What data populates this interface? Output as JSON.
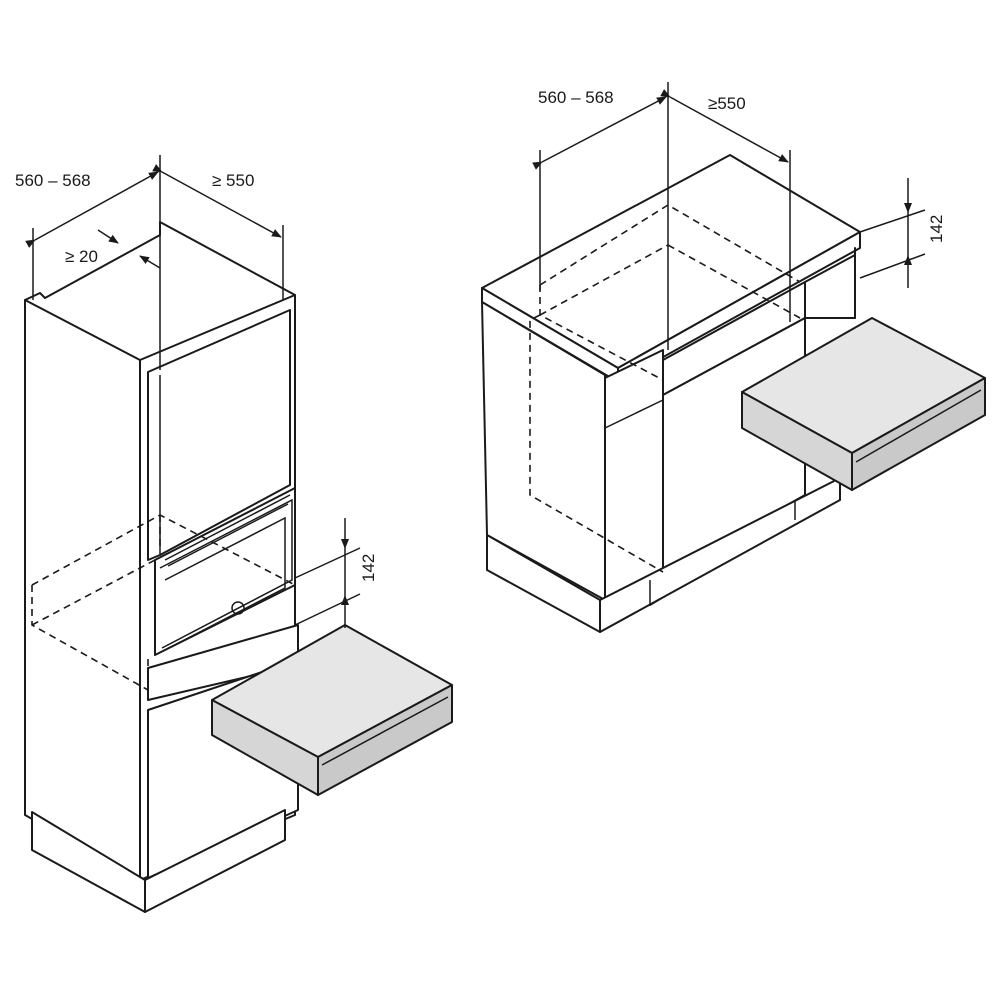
{
  "left_figure": {
    "width_range": "560 – 568",
    "depth_min": "≥ 550",
    "gap_min": "≥ 20",
    "drawer_height": "142"
  },
  "right_figure": {
    "width_range": "560 – 568",
    "depth_min": "≥550",
    "drawer_height": "142"
  }
}
